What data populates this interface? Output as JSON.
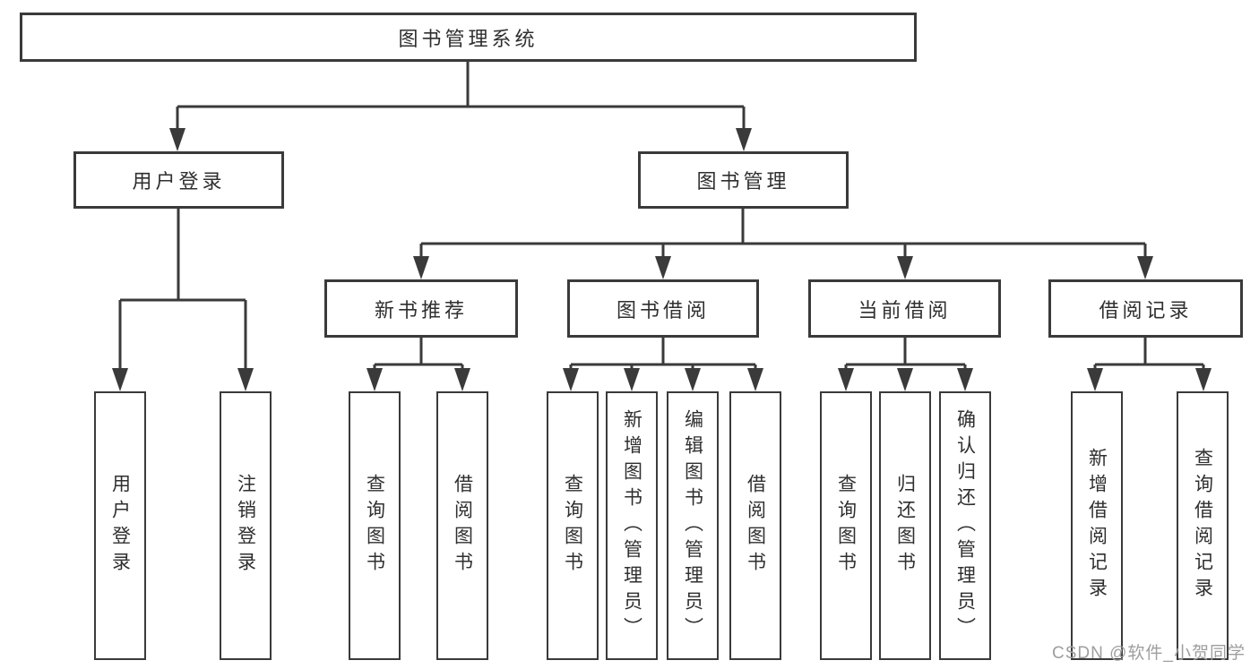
{
  "diagram_title": "图书管理系统",
  "colors": {
    "line": "#3a3a3a",
    "text": "#2f2f2f",
    "watermark": "#9e9e9e",
    "background": "#ffffff"
  },
  "tree": {
    "label": "图书管理系统",
    "children": [
      {
        "label": "用户登录",
        "children": [
          {
            "label": "用户登录"
          },
          {
            "label": "注销登录"
          }
        ]
      },
      {
        "label": "图书管理",
        "children": [
          {
            "label": "新书推荐",
            "children": [
              {
                "label": "查询图书"
              },
              {
                "label": "借阅图书"
              }
            ]
          },
          {
            "label": "图书借阅",
            "children": [
              {
                "label": "查询图书"
              },
              {
                "label": "新增图书（管理员）"
              },
              {
                "label": "编辑图书（管理员）"
              },
              {
                "label": "借阅图书"
              }
            ]
          },
          {
            "label": "当前借阅",
            "children": [
              {
                "label": "查询图书"
              },
              {
                "label": "归还图书"
              },
              {
                "label": "确认归还（管理员）"
              }
            ]
          },
          {
            "label": "借阅记录",
            "children": [
              {
                "label": "新增借阅记录"
              },
              {
                "label": "查询借阅记录"
              }
            ]
          }
        ]
      }
    ]
  },
  "watermark": {
    "text": "CSDN @软件_小贺同学"
  }
}
